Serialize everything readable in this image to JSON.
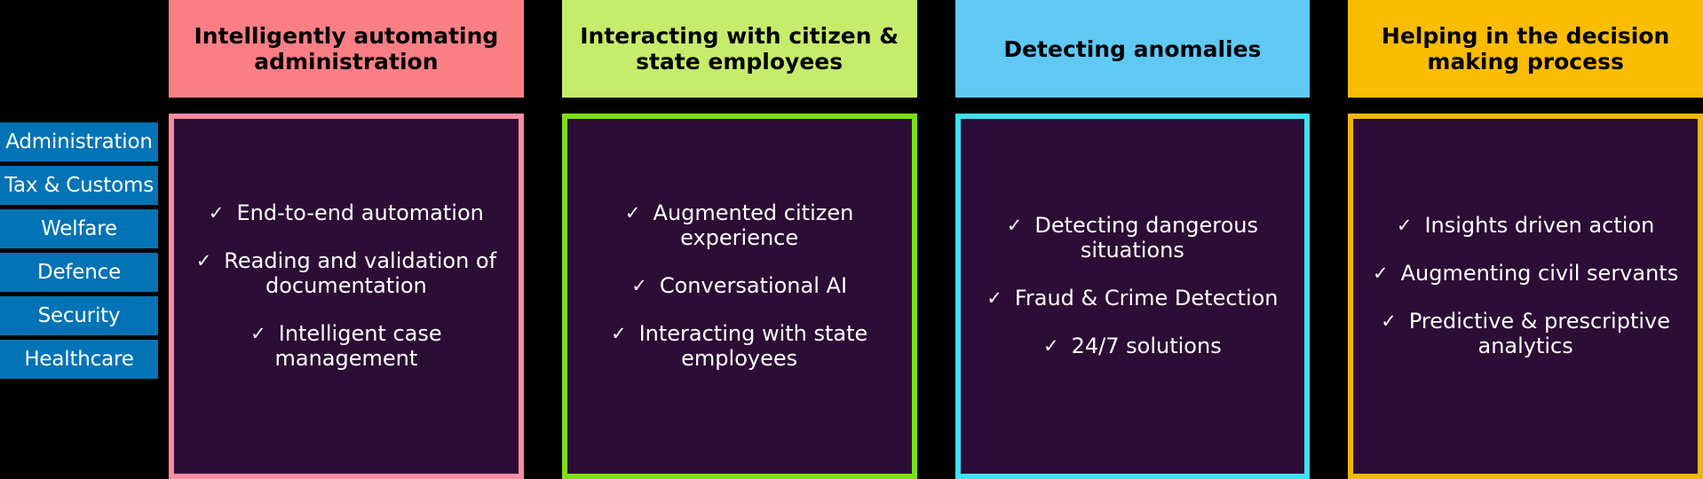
{
  "sidebar": {
    "items": [
      {
        "label": "Administration"
      },
      {
        "label": "Tax & Customs"
      },
      {
        "label": "Welfare"
      },
      {
        "label": "Defence"
      },
      {
        "label": "Security"
      },
      {
        "label": "Healthcare"
      }
    ],
    "chip_color": "#0273B4",
    "chip_text_color": "#FFFFFF"
  },
  "columns": [
    {
      "header": "Intelligently automating administration",
      "header_color": "#FA7F85",
      "border_color": "#F98BA5",
      "card_background": "#2C0D35",
      "check_glyph": "✓",
      "items": [
        "End-to-end automation",
        "Reading and validation of documentation",
        "Intelligent case management"
      ]
    },
    {
      "header": "Interacting with citizen & state employees",
      "header_color": "#C6EC6C",
      "border_color": "#7BE015",
      "card_background": "#2C0D35",
      "check_glyph": "✓",
      "items": [
        "Augmented citizen experience",
        "Conversational AI",
        "Interacting with state employees"
      ]
    },
    {
      "header": "Detecting anomalies",
      "header_color": "#5FC9F3",
      "border_color": "#3DE1F5",
      "card_background": "#2C0D35",
      "check_glyph": "✓",
      "items": [
        "Detecting dangerous situations",
        "Fraud & Crime Detection",
        "24/7 solutions"
      ]
    },
    {
      "header": "Helping in the decision making process",
      "header_color": "#FBBC04",
      "border_color": "#F2B705",
      "card_background": "#2C0D35",
      "check_glyph": "✓",
      "items": [
        "Insights driven action",
        "Augmenting civil servants",
        "Predictive & prescriptive analytics"
      ]
    }
  ],
  "canvas": {
    "background": "#000000"
  }
}
